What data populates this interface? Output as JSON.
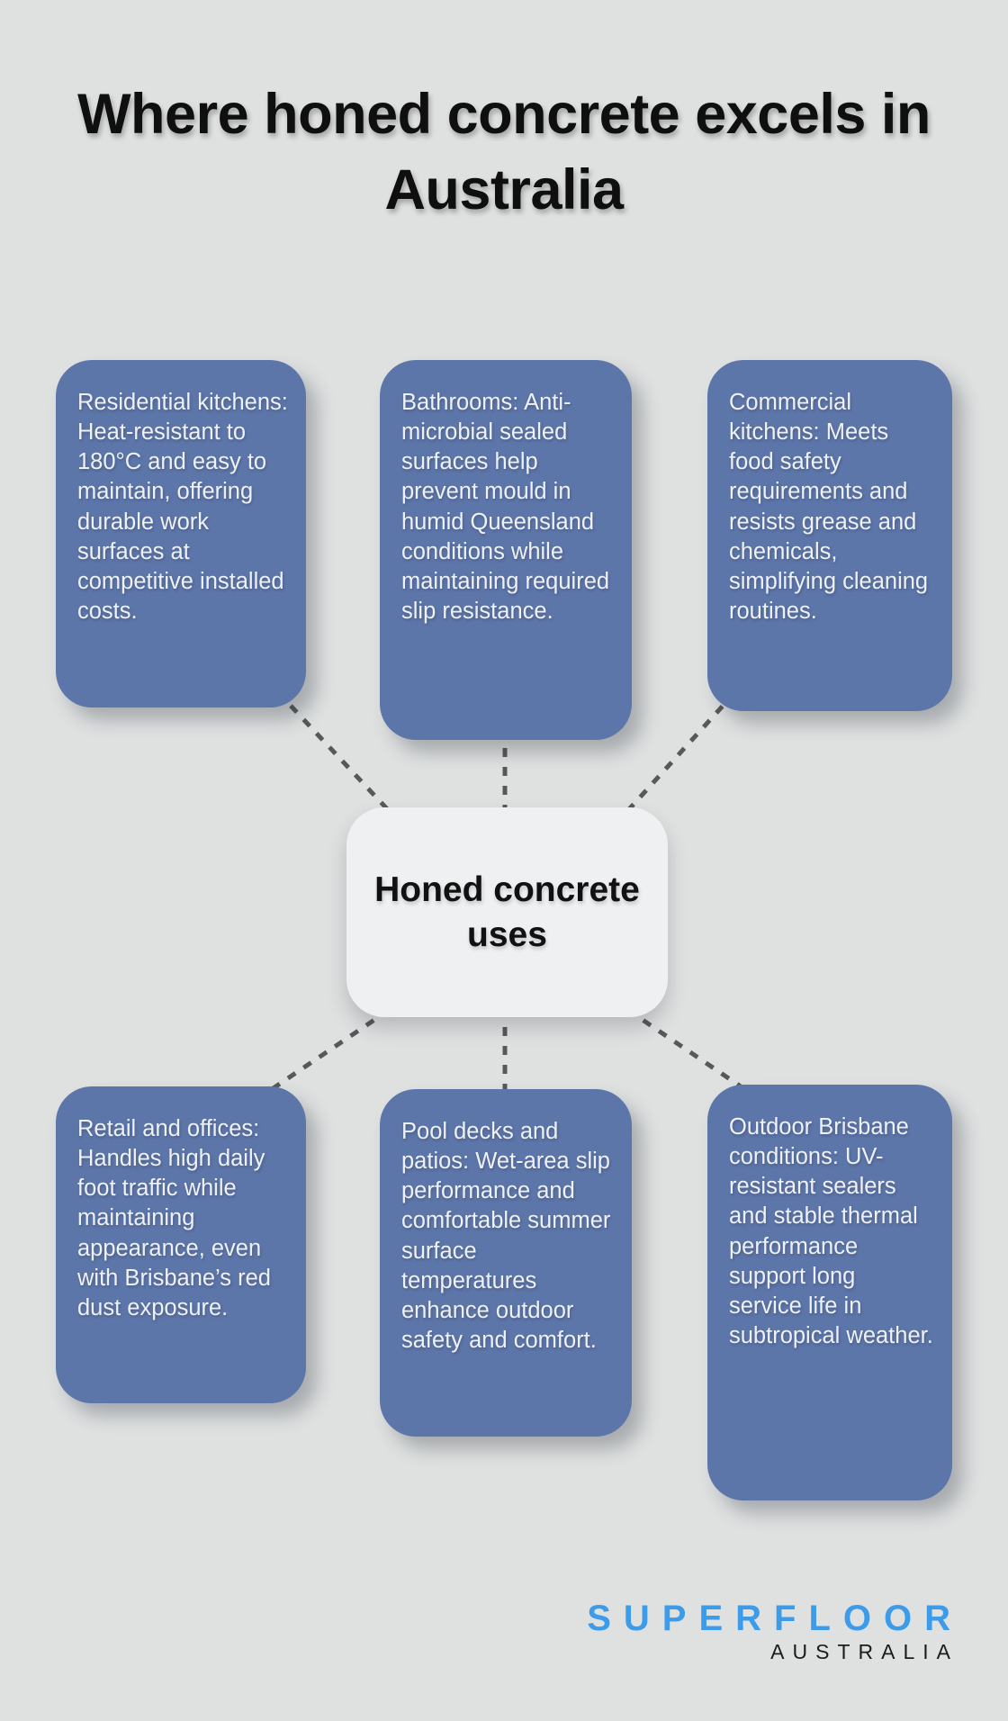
{
  "title": "Where honed concrete excels in Australia",
  "center": {
    "label": "Honed concrete uses"
  },
  "nodes": [
    {
      "id": "residential-kitchens",
      "text": "Residential kitchens: Heat-resistant to 180°C and easy to maintain, offering durable work surfaces at competitive installed costs."
    },
    {
      "id": "bathrooms",
      "text": "Bathrooms: Anti-microbial sealed surfaces help prevent mould in humid Queensland conditions while maintaining required slip resistance."
    },
    {
      "id": "commercial-kitchens",
      "text": "Commercial kitchens: Meets food safety requirements and resists grease and chemicals, simplifying cleaning routines."
    },
    {
      "id": "retail-and-offices",
      "text": "Retail and offices: Handles high daily foot traffic while maintaining appearance, even with Brisbane’s red dust exposure."
    },
    {
      "id": "pool-decks-and-patios",
      "text": "Pool decks and patios: Wet-area slip performance and comfortable summer surface temperatures enhance outdoor safety and comfort."
    },
    {
      "id": "outdoor-brisbane-conditions",
      "text": "Outdoor Brisbane conditions: UV-resistant sealers and stable thermal performance support long service life in subtropical weather."
    }
  ],
  "logo": {
    "brand": "SUPERFLOOR",
    "region": "AUSTRALIA"
  },
  "colors": {
    "background": "#dfe1e1",
    "card": "#5d76aa",
    "card_text": "#eef1f6",
    "center_bg": "#eff0f2",
    "center_text": "#111111",
    "connector": "#56595b",
    "logo_blue": "#3d9ce9",
    "logo_dark": "#1c1c1c",
    "title": "#0f0f0f"
  }
}
